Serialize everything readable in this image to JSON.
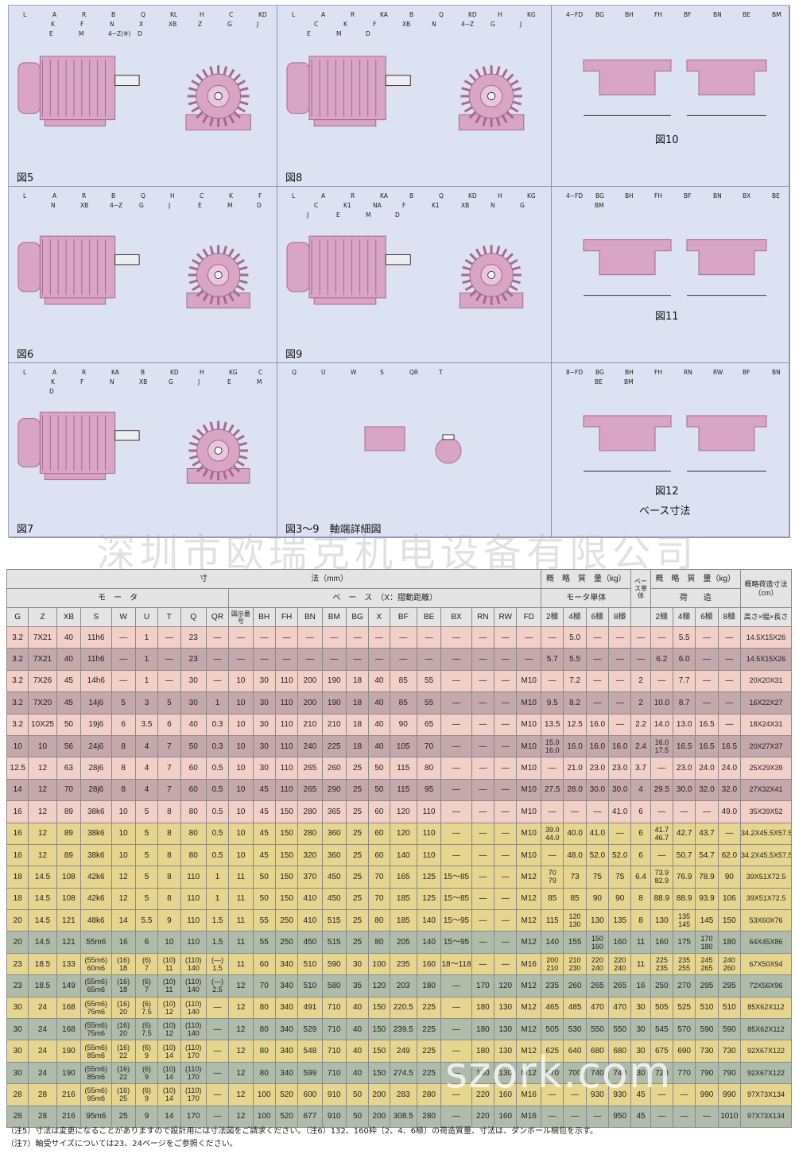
{
  "figures": {
    "fig5": {
      "label": "図5",
      "dims": [
        "L",
        "A",
        "R",
        "B",
        "Q",
        "KL",
        "H",
        "C",
        "KD",
        "K",
        "F",
        "N",
        "X",
        "XB",
        "Z",
        "G",
        "J",
        "E",
        "M",
        "4−Z(※)",
        "D"
      ]
    },
    "fig6": {
      "label": "図6",
      "dims": [
        "L",
        "A",
        "R",
        "B",
        "Q",
        "H",
        "C",
        "K",
        "F",
        "N",
        "XB",
        "4−Z",
        "G",
        "J",
        "E",
        "M",
        "D"
      ]
    },
    "fig7": {
      "label": "図7",
      "dims": [
        "L",
        "A",
        "R",
        "KA",
        "B",
        "KD",
        "H",
        "KG",
        "C",
        "K",
        "F",
        "N",
        "XB",
        "G",
        "J",
        "E",
        "M",
        "D"
      ]
    },
    "fig8": {
      "label": "図8",
      "dims": [
        "L",
        "A",
        "R",
        "KA",
        "B",
        "Q",
        "KD",
        "H",
        "KG",
        "C",
        "K",
        "F",
        "XB",
        "N",
        "4−Z",
        "G",
        "J",
        "E",
        "M",
        "D"
      ]
    },
    "fig9": {
      "label": "図9",
      "dims": [
        "L",
        "A",
        "R",
        "KA",
        "B",
        "Q",
        "KD",
        "H",
        "KG",
        "C",
        "K1",
        "NA",
        "F",
        "K1",
        "XB",
        "N",
        "G",
        "J",
        "E",
        "M",
        "D"
      ]
    },
    "fig3_9": {
      "label": "図3〜9　軸端詳細図",
      "dims": [
        "Q",
        "U",
        "W",
        "S",
        "QR",
        "T"
      ]
    },
    "fig10": {
      "label": "図10",
      "dims": [
        "4−FD",
        "BG",
        "BH",
        "FH",
        "BF",
        "BN",
        "BE",
        "BM"
      ]
    },
    "fig11": {
      "label": "図11",
      "dims": [
        "4−FD",
        "BG",
        "BH",
        "FH",
        "BF",
        "BN",
        "BX",
        "BE",
        "BM"
      ]
    },
    "fig12": {
      "label": "図12",
      "dims": [
        "8−FD",
        "BG",
        "BH",
        "FH",
        "RN",
        "RW",
        "BF",
        "BN",
        "BE",
        "BM"
      ]
    },
    "base_title": "ベース寸法"
  },
  "watermark": "深圳市欧瑞克机电设备有限公司",
  "watermark_site": "szork.com",
  "table": {
    "group_headers": {
      "dims": "寸",
      "dims_unit": "法（mm）",
      "motor": "モ　ー　タ",
      "base": "ベ　ー　ス　（X：摺動距離）",
      "weight1": "概　略　質　量（kg）",
      "weight1_sub": "モータ単体",
      "base_single": "ベース単体",
      "weight2": "概　略　質　量（kg）",
      "weight2_sub": "荷　　造",
      "pack": "概略荷造寸法（cm）",
      "pack_sub": "高さ×幅×長さ"
    },
    "columns": [
      "G",
      "Z",
      "XB",
      "S",
      "W",
      "U",
      "T",
      "Q",
      "QR",
      "図示番号",
      "BH",
      "FH",
      "BN",
      "BM",
      "BG",
      "X",
      "BF",
      "BE",
      "BX",
      "RN",
      "RW",
      "FD",
      "2極",
      "4極",
      "6極",
      "8極",
      "2極",
      "4極",
      "6極",
      "8極"
    ],
    "rows": [
      {
        "color": "pink",
        "cells": [
          "3.2",
          "7X21",
          "40",
          "11h6",
          "—",
          "1",
          "—",
          "23",
          "—",
          "—",
          "—",
          "—",
          "—",
          "—",
          "—",
          "—",
          "—",
          "—",
          "—",
          "—",
          "—",
          "—",
          "—",
          "5.0",
          "—",
          "—",
          "—",
          "—",
          "5.5",
          "—",
          "—",
          "14.5X15X26"
        ]
      },
      {
        "color": "mauve",
        "cells": [
          "3.2",
          "7X21",
          "40",
          "11h6",
          "—",
          "1",
          "—",
          "23",
          "—",
          "—",
          "—",
          "—",
          "—",
          "—",
          "—",
          "—",
          "—",
          "—",
          "—",
          "—",
          "—",
          "—",
          "5.7",
          "5.5",
          "—",
          "—",
          "—",
          "6.2",
          "6.0",
          "—",
          "—",
          "14.5X15X26"
        ]
      },
      {
        "color": "pink",
        "cells": [
          "3.2",
          "7X26",
          "45",
          "14h6",
          "—",
          "1",
          "—",
          "30",
          "—",
          "10",
          "30",
          "110",
          "200",
          "190",
          "18",
          "40",
          "85",
          "55",
          "—",
          "—",
          "—",
          "M10",
          "—",
          "7.2",
          "—",
          "—",
          "2",
          "—",
          "7.7",
          "—",
          "—",
          "20X20X31"
        ]
      },
      {
        "color": "mauve",
        "cells": [
          "3.2",
          "7X20",
          "45",
          "14j6",
          "5",
          "3",
          "5",
          "30",
          "1",
          "10",
          "30",
          "110",
          "200",
          "190",
          "18",
          "40",
          "85",
          "55",
          "—",
          "—",
          "—",
          "M10",
          "9.5",
          "8.2",
          "—",
          "—",
          "2",
          "10.0",
          "8.7",
          "—",
          "—",
          "16X22X27"
        ]
      },
      {
        "color": "pink",
        "cells": [
          "3.2",
          "10X25",
          "50",
          "19j6",
          "6",
          "3.5",
          "6",
          "40",
          "0.3",
          "10",
          "30",
          "110",
          "210",
          "210",
          "18",
          "40",
          "90",
          "65",
          "—",
          "—",
          "—",
          "M10",
          "13.5",
          "12.5",
          "16.0",
          "—",
          "2.2",
          "14.0",
          "13.0",
          "16.5",
          "—",
          "18X24X31"
        ]
      },
      {
        "color": "mauve",
        "cells": [
          "10",
          "10",
          "56",
          "24j6",
          "8",
          "4",
          "7",
          "50",
          "0.3",
          "10",
          "30",
          "110",
          "240",
          "225",
          "18",
          "40",
          "105",
          "70",
          "—",
          "—",
          "—",
          "M10",
          "15.0 16.0",
          "16.0",
          "16.0",
          "16.0",
          "2.4",
          "16.0 17.5",
          "16.5",
          "16.5",
          "16.5",
          "20X27X37"
        ]
      },
      {
        "color": "pink",
        "cells": [
          "12.5",
          "12",
          "63",
          "28j6",
          "8",
          "4",
          "7",
          "60",
          "0.5",
          "10",
          "30",
          "110",
          "265",
          "260",
          "25",
          "50",
          "115",
          "80",
          "—",
          "—",
          "—",
          "M10",
          "—",
          "21.0",
          "23.0",
          "23.0",
          "3.7",
          "—",
          "23.0",
          "24.0",
          "24.0",
          "25X29X39"
        ]
      },
      {
        "color": "mauve",
        "cells": [
          "14",
          "12",
          "70",
          "28j6",
          "8",
          "4",
          "7",
          "60",
          "0.5",
          "10",
          "45",
          "110",
          "265",
          "290",
          "25",
          "50",
          "115",
          "95",
          "—",
          "—",
          "—",
          "M10",
          "27.5",
          "28.0",
          "30.0",
          "30.0",
          "4",
          "29.5",
          "30.0",
          "32.0",
          "32.0",
          "27X32X41"
        ]
      },
      {
        "color": "pink",
        "cells": [
          "16",
          "12",
          "89",
          "38k6",
          "10",
          "5",
          "8",
          "80",
          "0.5",
          "10",
          "45",
          "150",
          "280",
          "365",
          "25",
          "60",
          "120",
          "110",
          "—",
          "—",
          "—",
          "M10",
          "—",
          "—",
          "—",
          "41.0",
          "6",
          "—",
          "—",
          "—",
          "49.0",
          "35X39X52"
        ]
      },
      {
        "color": "yellow",
        "cells": [
          "16",
          "12",
          "89",
          "38k6",
          "10",
          "5",
          "8",
          "80",
          "0.5",
          "10",
          "45",
          "150",
          "280",
          "360",
          "25",
          "60",
          "120",
          "110",
          "—",
          "—",
          "—",
          "M10",
          "39.0 44.0",
          "40.0",
          "41.0",
          "—",
          "6",
          "41.7 46.7",
          "42.7",
          "43.7",
          "—",
          "34.2X45.5X57.5"
        ]
      },
      {
        "color": "yellow",
        "cells": [
          "16",
          "12",
          "89",
          "38k6",
          "10",
          "5",
          "8",
          "80",
          "0.5",
          "10",
          "45",
          "150",
          "320",
          "360",
          "25",
          "60",
          "140",
          "110",
          "—",
          "—",
          "—",
          "M10",
          "—",
          "48.0",
          "52.0",
          "52.0",
          "6",
          "—",
          "50.7",
          "54.7",
          "62.0",
          "34.2X45.5X57.5"
        ]
      },
      {
        "color": "yellow",
        "cells": [
          "18",
          "14.5",
          "108",
          "42k6",
          "12",
          "5",
          "8",
          "110",
          "1",
          "11",
          "50",
          "150",
          "370",
          "450",
          "25",
          "70",
          "165",
          "125",
          "15〜85",
          "—",
          "—",
          "M12",
          "70 79",
          "73",
          "75",
          "75",
          "6.4",
          "73.9 82.9",
          "76.9",
          "78.9",
          "90",
          "39X51X72.5"
        ]
      },
      {
        "color": "yellow",
        "cells": [
          "18",
          "14.5",
          "108",
          "42k6",
          "12",
          "5",
          "8",
          "110",
          "1",
          "11",
          "50",
          "150",
          "410",
          "450",
          "25",
          "70",
          "185",
          "125",
          "15〜85",
          "—",
          "—",
          "M12",
          "85",
          "85",
          "90",
          "90",
          "8",
          "88.9",
          "88.9",
          "93.9",
          "106",
          "39X51X72.5"
        ]
      },
      {
        "color": "yellow",
        "cells": [
          "20",
          "14.5",
          "121",
          "48k6",
          "14",
          "5.5",
          "9",
          "110",
          "1.5",
          "11",
          "55",
          "250",
          "410",
          "515",
          "25",
          "80",
          "185",
          "140",
          "15〜95",
          "—",
          "—",
          "M12",
          "115",
          "120 130",
          "130",
          "135",
          "8",
          "130",
          "135 145",
          "145",
          "150",
          "53X60X76"
        ]
      },
      {
        "color": "gray",
        "cells": [
          "20",
          "14.5",
          "121",
          "55m6",
          "16",
          "6",
          "10",
          "110",
          "1.5",
          "11",
          "55",
          "250",
          "450",
          "515",
          "25",
          "80",
          "205",
          "140",
          "15〜95",
          "—",
          "—",
          "M12",
          "140",
          "155",
          "150 160",
          "160",
          "11",
          "160",
          "175",
          "170 180",
          "180",
          "64X45X86"
        ]
      },
      {
        "color": "yellow",
        "cells": [
          "23",
          "18.5",
          "133",
          "(55m6) 60m6",
          "(16) 18",
          "(6) 7",
          "(10) 11",
          "(110) 140",
          "(—) 1.5",
          "11",
          "60",
          "340",
          "510",
          "590",
          "30",
          "100",
          "235",
          "160",
          "18〜118",
          "—",
          "—",
          "M16",
          "200 210",
          "210 230",
          "220 240",
          "220 240",
          "11",
          "225 235",
          "235 255",
          "245 265",
          "240 260",
          "67X50X94"
        ]
      },
      {
        "color": "gray",
        "cells": [
          "23",
          "18.5",
          "149",
          "(55m6) 65m6",
          "(16) 18",
          "(6) 7",
          "(10) 11",
          "(110) 140",
          "(—) 2.5",
          "12",
          "70",
          "340",
          "510",
          "580",
          "35",
          "120",
          "203",
          "180",
          "—",
          "170",
          "120",
          "M12",
          "235",
          "260",
          "265",
          "265",
          "16",
          "250",
          "270",
          "295",
          "295",
          "72X56X96"
        ]
      },
      {
        "color": "yellow",
        "cells": [
          "30",
          "24",
          "168",
          "(55m6) 75m6",
          "(16) 20",
          "(6) 7.5",
          "(10) 12",
          "(110) 140",
          "—",
          "12",
          "80",
          "340",
          "491",
          "710",
          "40",
          "150",
          "220.5",
          "225",
          "—",
          "180",
          "130",
          "M12",
          "465",
          "485",
          "470",
          "470",
          "30",
          "505",
          "525",
          "510",
          "510",
          "85X62X112"
        ]
      },
      {
        "color": "gray",
        "cells": [
          "30",
          "24",
          "168",
          "(55m6) 75m6",
          "(16) 20",
          "(6) 7.5",
          "(10) 12",
          "(110) 140",
          "—",
          "12",
          "80",
          "340",
          "529",
          "710",
          "40",
          "150",
          "239.5",
          "225",
          "—",
          "180",
          "130",
          "M12",
          "505",
          "530",
          "550",
          "550",
          "30",
          "545",
          "570",
          "590",
          "590",
          "85X62X112"
        ]
      },
      {
        "color": "yellow",
        "cells": [
          "30",
          "24",
          "190",
          "(55m6) 85m6",
          "(16) 22",
          "(6) 9",
          "(10) 14",
          "(110) 170",
          "—",
          "12",
          "80",
          "340",
          "548",
          "710",
          "40",
          "150",
          "249",
          "225",
          "—",
          "180",
          "130",
          "M12",
          "625",
          "640",
          "680",
          "680",
          "30",
          "675",
          "690",
          "730",
          "730",
          "92X67X122"
        ]
      },
      {
        "color": "gray",
        "cells": [
          "30",
          "24",
          "190",
          "(55m6) 85m6",
          "(16) 22",
          "(6) 9",
          "(10) 14",
          "(110) 170",
          "—",
          "12",
          "80",
          "340",
          "599",
          "710",
          "40",
          "150",
          "274.5",
          "225",
          "—",
          "180",
          "130",
          "M12",
          "670",
          "700",
          "740",
          "740",
          "30",
          "720",
          "770",
          "790",
          "790",
          "92X67X122"
        ]
      },
      {
        "color": "yellow",
        "cells": [
          "28",
          "28",
          "216",
          "(55m6) 95m6",
          "(16) 25",
          "(6) 9",
          "(10) 14",
          "(110) 170",
          "—",
          "12",
          "100",
          "520",
          "600",
          "910",
          "50",
          "200",
          "283",
          "280",
          "—",
          "220",
          "160",
          "M16",
          "—",
          "—",
          "930",
          "930",
          "45",
          "—",
          "—",
          "990",
          "990",
          "97X73X134"
        ]
      },
      {
        "color": "gray",
        "cells": [
          "28",
          "28",
          "216",
          "95m6",
          "25",
          "9",
          "14",
          "170",
          "—",
          "12",
          "100",
          "520",
          "677",
          "910",
          "50",
          "200",
          "308.5",
          "280",
          "—",
          "220",
          "160",
          "M16",
          "—",
          "—",
          "—",
          "950",
          "45",
          "—",
          "—",
          "—",
          "1010",
          "97X73X134"
        ]
      }
    ]
  },
  "notes": [
    "（注5）寸法は変更になることがありますので設計用には寸法図をご請求ください。（注6）132、160枠（2、4、6極）の荷造質量、寸法は、ダンボール梱包を示す。",
    "（注7）軸受サイズについては23、24ページをご参照ください。"
  ]
}
